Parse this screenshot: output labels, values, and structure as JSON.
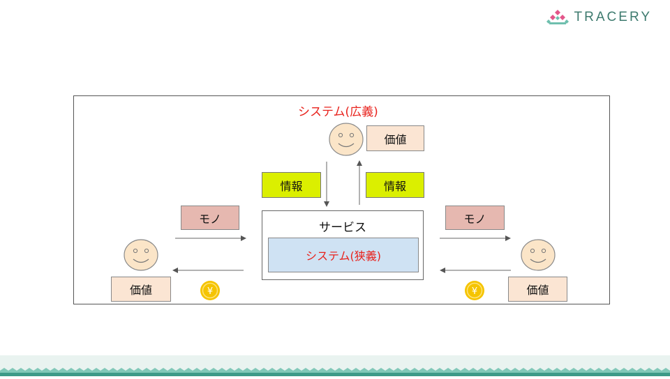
{
  "logo": {
    "text": "TRACERY"
  },
  "diagram": {
    "system_broad": "システム(広義)",
    "service": "サービス",
    "system_narrow": "システム(狭義)",
    "value_top": "価値",
    "value_left": "価値",
    "value_right": "価値",
    "info_left": "情報",
    "info_right": "情報",
    "mono_left": "モノ",
    "mono_right": "モノ",
    "yen_symbol": "¥"
  },
  "colors": {
    "accent_red": "#e8221c",
    "info_fill": "#dbef00",
    "value_fill": "#fbe5d3",
    "mono_fill": "#e6b8b0",
    "narrow_fill": "#cfe2f3",
    "face_fill": "#fbe5c8",
    "coin_fill": "#f5c400",
    "logo_teal": "#3d7a6e"
  }
}
